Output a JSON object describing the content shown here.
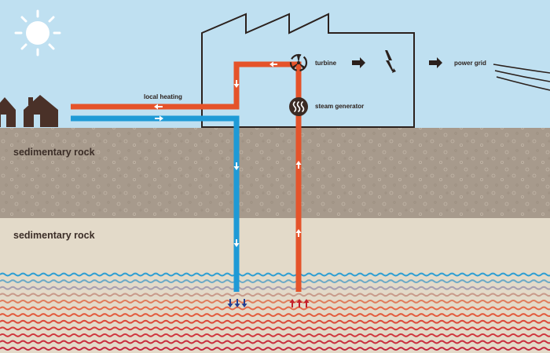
{
  "layers": [
    {
      "label": "sedimentary rock",
      "color": "#a79a8c"
    },
    {
      "label": "sedimentary rock",
      "color": "#e3dac9"
    }
  ],
  "plant": {
    "turbine_label": "turbine",
    "steam_generator_label": "steam generator",
    "power_grid_label": "power grid"
  },
  "local_heating_label": "local heating",
  "colors": {
    "sky": "#bfe0f1",
    "hot_pipe": "#e5532a",
    "cold_pipe": "#1e9ad6",
    "outline": "#2b211d",
    "sun": "#ffffff"
  },
  "icons": [
    "sun-icon",
    "house-icon",
    "turbine-icon",
    "steam-generator-icon",
    "lightning-icon",
    "arrow-right-icon",
    "power-line-icon",
    "wave-icon"
  ]
}
